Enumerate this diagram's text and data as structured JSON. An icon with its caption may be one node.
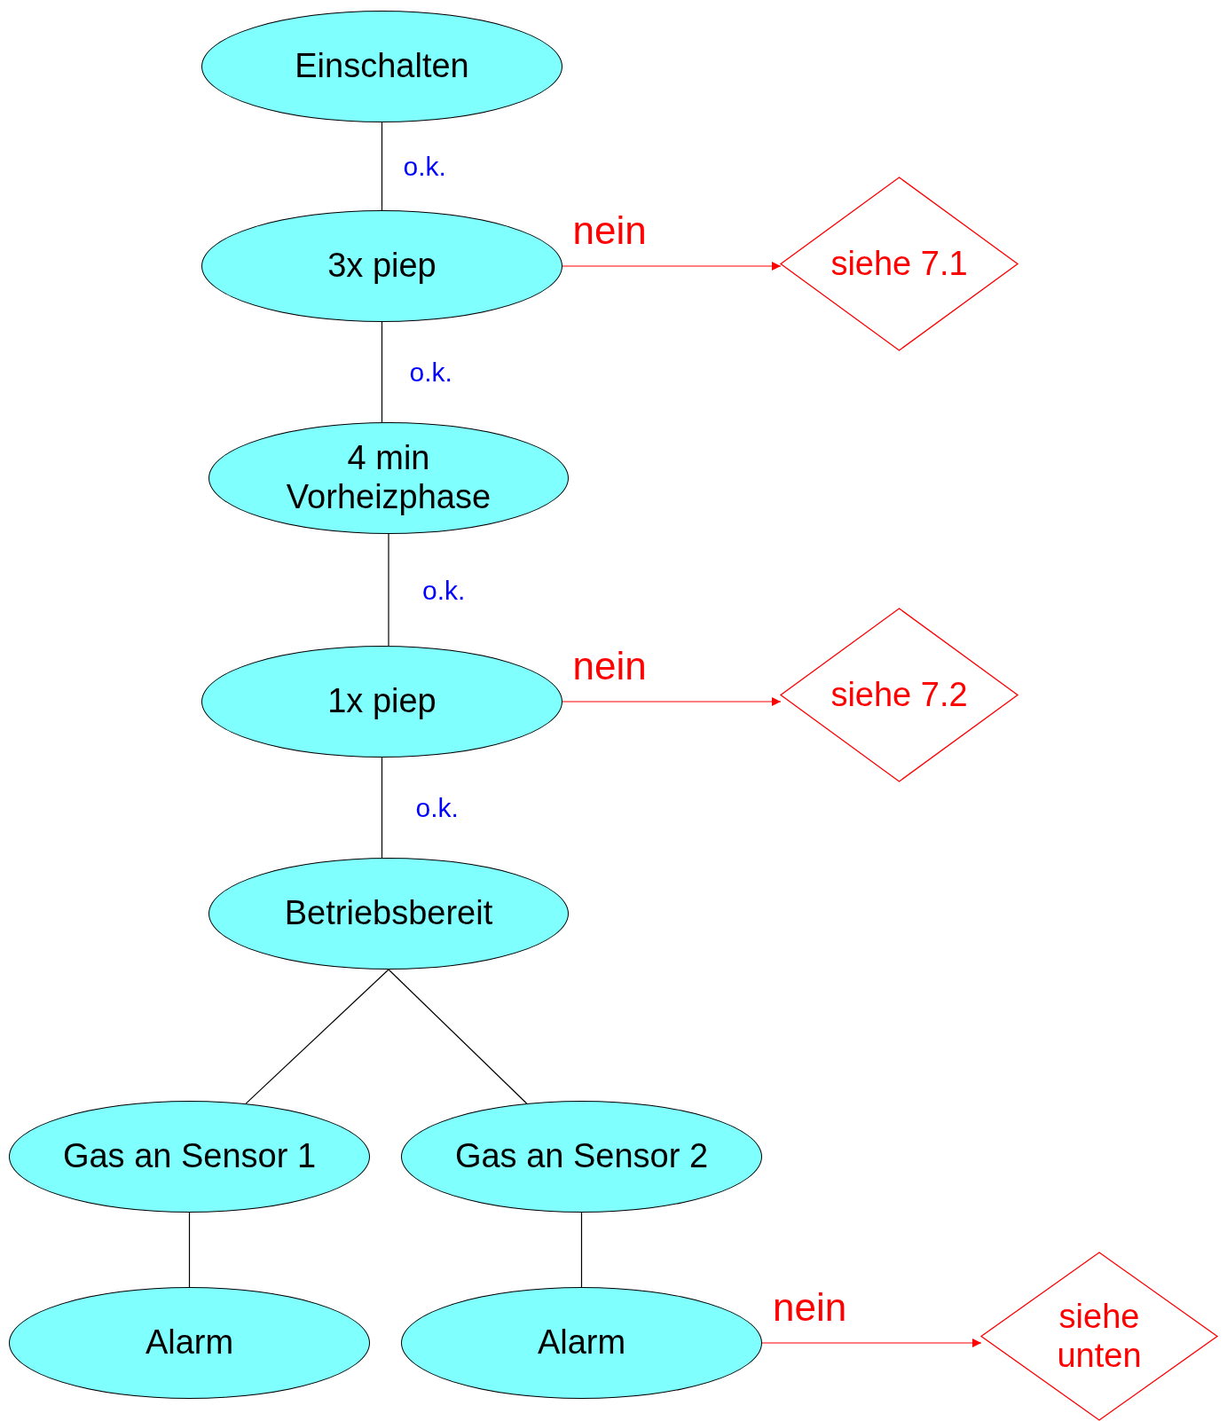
{
  "diagram": {
    "nodes": [
      {
        "text": [
          "Einschalten"
        ]
      },
      {
        "text": [
          "3x piep"
        ]
      },
      {
        "text": [
          "siehe 7.1"
        ]
      },
      {
        "text": [
          "4 min Vorheizphase"
        ]
      },
      {
        "text": [
          "1x piep"
        ]
      },
      {
        "text": [
          "siehe 7.2"
        ]
      },
      {
        "text": [
          "Betriebsbereit"
        ]
      },
      {
        "text": [
          "Gas an Sensor 1"
        ]
      },
      {
        "text": [
          "Gas an Sensor 2"
        ]
      },
      {
        "text": [
          "Alarm"
        ]
      },
      {
        "text": [
          "Alarm"
        ]
      },
      {
        "text": [
          "siehe unten"
        ]
      }
    ],
    "edges": [
      {
        "from": 0,
        "to": 1,
        "arrow": "none",
        "label": "o.k."
      },
      {
        "from": 1,
        "to": 2,
        "arrow": "to",
        "label": "nein",
        "color": "#ff0000"
      },
      {
        "from": 1,
        "to": 3,
        "arrow": "none",
        "label": "o.k."
      },
      {
        "from": 3,
        "to": 4,
        "arrow": "none",
        "label": "o.k."
      },
      {
        "from": 4,
        "to": 5,
        "arrow": "to",
        "label": "nein",
        "color": "#ff0000"
      },
      {
        "from": 4,
        "to": 6,
        "arrow": "none",
        "label": "o.k."
      },
      {
        "from": 6,
        "to": 7,
        "arrow": "none"
      },
      {
        "from": 6,
        "to": 8,
        "arrow": "none"
      },
      {
        "from": 7,
        "to": 9,
        "arrow": "none"
      },
      {
        "from": 8,
        "to": 10,
        "arrow": "none"
      },
      {
        "from": 10,
        "to": 11,
        "arrow": "to",
        "label": "nein",
        "color": "#ff0000"
      }
    ]
  }
}
